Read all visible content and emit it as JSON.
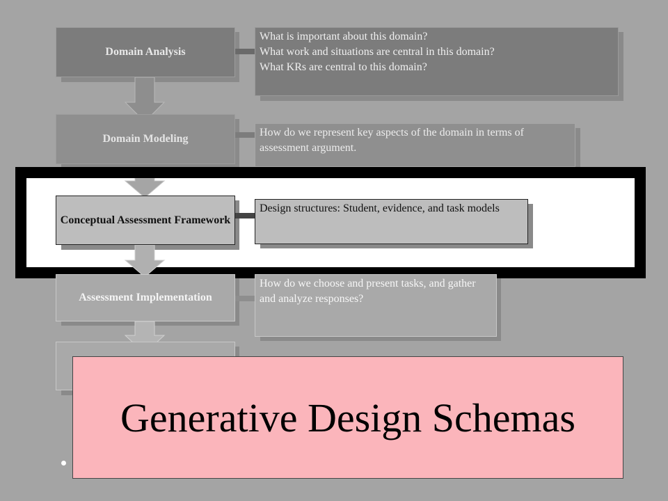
{
  "layers": [
    {
      "name": "Domain Analysis",
      "description": [
        "What is important about this domain?",
        "What work and situations are central in this domain?",
        "What KRs are central to this domain?"
      ]
    },
    {
      "name": "Domain Modeling",
      "description": [
        "How do we represent key aspects of the  domain in terms of assessment  argument."
      ]
    },
    {
      "name": "Conceptual Assessment Framework",
      "description": [
        "Design structures: Student, evidence, and task models"
      ]
    },
    {
      "name": "Assessment Implementation",
      "description": [
        "How do we choose and present tasks, and gather and analyze responses?"
      ]
    },
    {
      "name": "",
      "description": []
    }
  ],
  "overlay_title": "Generative Design Schemas",
  "colors": {
    "background": "#a4a4a4",
    "highlight_frame": "#000000",
    "title_box": "#fbb5bb"
  }
}
